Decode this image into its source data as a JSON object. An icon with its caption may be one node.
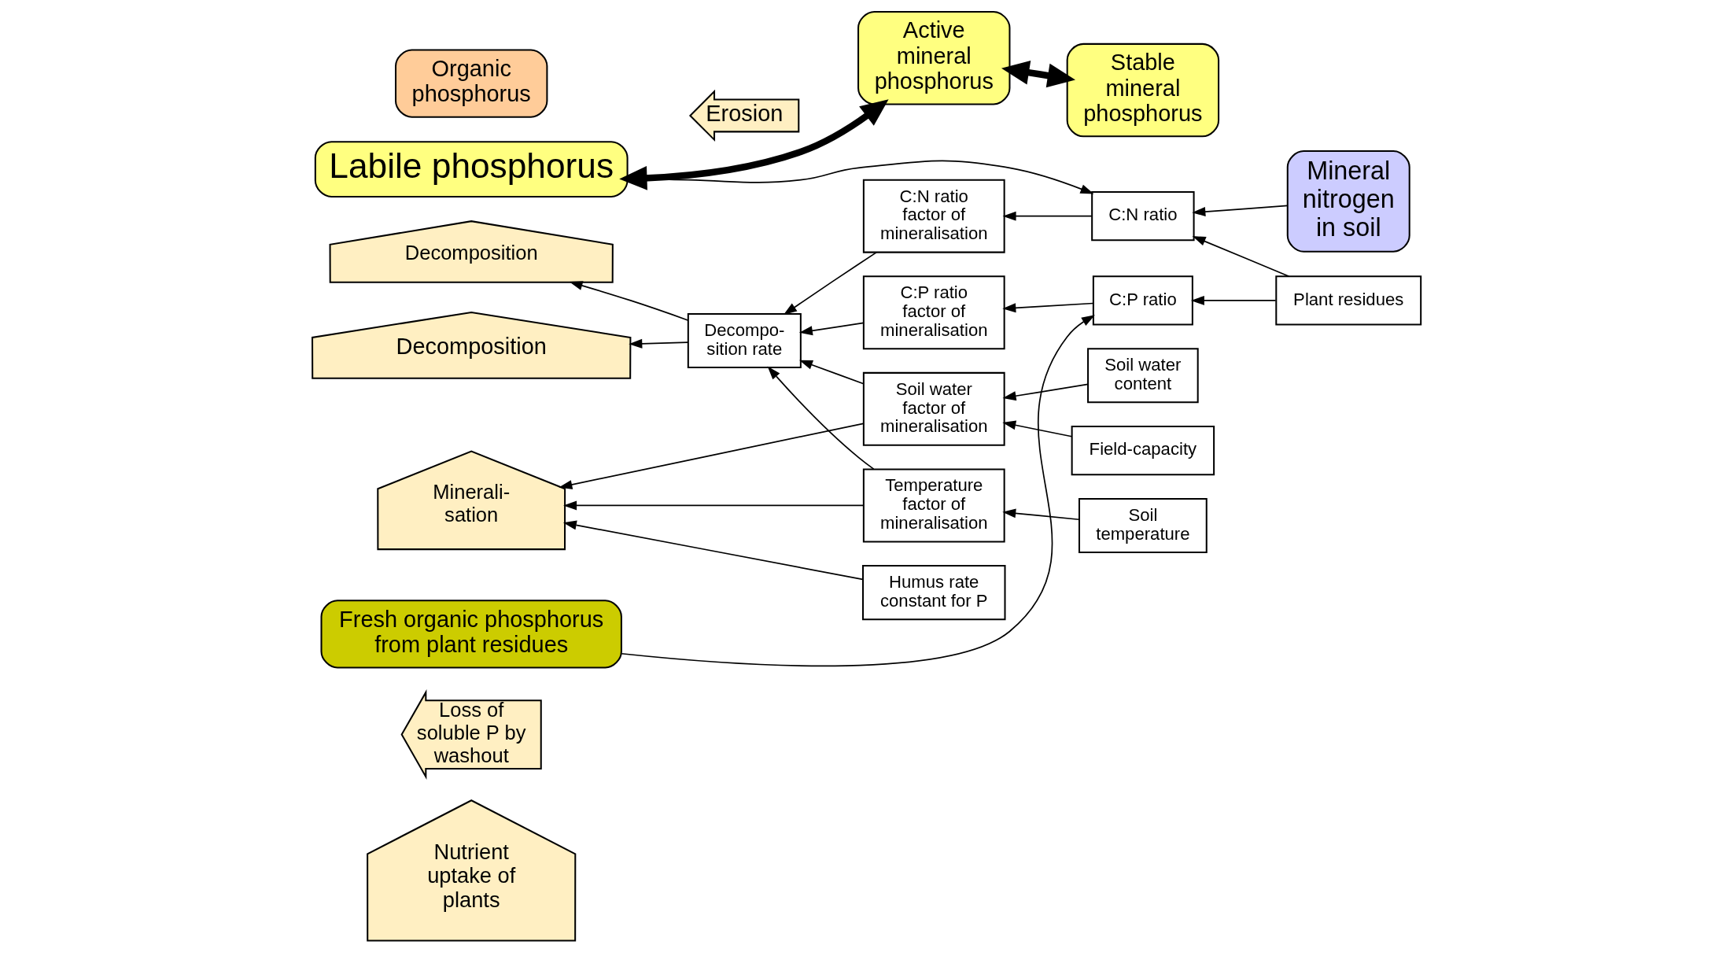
{
  "diagram": {
    "nodes": [
      {
        "text": [
          "Nutrient uptake of plants"
        ]
      },
      {
        "text": [
          "Loss of soluble P by washout"
        ]
      },
      {
        "text": [
          "Labile phosphorus"
        ]
      },
      {
        "text": [
          "Active mineral phosphorus"
        ]
      },
      {
        "text": [
          "Stable mineral phosphorus"
        ]
      },
      {
        "text": [
          "Humus rate constant for P"
        ]
      },
      {
        "text": [
          "Field-capacity"
        ]
      },
      {
        "text": [
          "Minerali- sation"
        ]
      },
      {
        "text": [
          "Soil water factor of mineralisation"
        ]
      },
      {
        "text": [
          "Soil water content"
        ]
      },
      {
        "text": [
          "Organic phosphorus"
        ]
      },
      {
        "text": [
          "Erosion"
        ]
      },
      {
        "text": [
          "Decomposition"
        ]
      },
      {
        "text": [
          "Temperature factor of mineralisation"
        ]
      },
      {
        "text": [
          "Soil temperature"
        ]
      },
      {
        "text": [
          "Mineral nitrogen in soil"
        ]
      },
      {
        "text": [
          "Decompo- sition rate"
        ]
      },
      {
        "text": [
          "Decomposition"
        ]
      },
      {
        "text": [
          "C:N ratio factor of mineralisation"
        ]
      },
      {
        "text": [
          "C:N ratio"
        ]
      },
      {
        "text": [
          "Plant residues"
        ]
      },
      {
        "text": [
          "C:P ratio factor of mineralisation"
        ]
      },
      {
        "text": [
          "C:P ratio"
        ]
      },
      {
        "text": [
          "Fresh organic phosphorus from plant residues"
        ]
      }
    ],
    "edges": [
      {
        "from": 2,
        "to": 3,
        "arrow": "both",
        "style": "thick"
      },
      {
        "from": 3,
        "to": 4,
        "arrow": "both",
        "style": "thick"
      },
      {
        "from": 5,
        "to": 7,
        "arrow": "to"
      },
      {
        "from": 8,
        "to": 7,
        "arrow": "to"
      },
      {
        "from": 13,
        "to": 7,
        "arrow": "to"
      },
      {
        "from": 8,
        "to": 16,
        "arrow": "to"
      },
      {
        "from": 13,
        "to": 16,
        "arrow": "to"
      },
      {
        "from": 18,
        "to": 16,
        "arrow": "to"
      },
      {
        "from": 21,
        "to": 16,
        "arrow": "to"
      },
      {
        "from": 16,
        "to": 17,
        "arrow": "to"
      },
      {
        "from": 16,
        "to": 12,
        "arrow": "to"
      },
      {
        "from": 6,
        "to": 8,
        "arrow": "to"
      },
      {
        "from": 9,
        "to": 8,
        "arrow": "to"
      },
      {
        "from": 14,
        "to": 13,
        "arrow": "to"
      },
      {
        "from": 19,
        "to": 18,
        "arrow": "to"
      },
      {
        "from": 22,
        "to": 21,
        "arrow": "to"
      },
      {
        "from": 2,
        "to": 19,
        "arrow": "to"
      },
      {
        "from": 15,
        "to": 19,
        "arrow": "to"
      },
      {
        "from": 20,
        "to": 19,
        "arrow": "to"
      },
      {
        "from": 20,
        "to": 22,
        "arrow": "to"
      },
      {
        "from": 23,
        "to": 22,
        "arrow": "to"
      }
    ]
  }
}
